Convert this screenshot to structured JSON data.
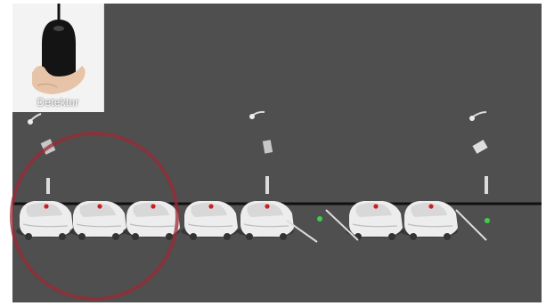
{
  "inset": {
    "caption": "Detektor"
  },
  "scene": {
    "background_color": "#4f4f4f",
    "road_line_color": "#111111",
    "highlight_ring_color": "#9a2a36",
    "free_spot_marker_color": "#3ecf4a",
    "car_roof_light_color": "#c92020",
    "car_count": 7,
    "free_spot_count": 2,
    "sensor_count": 3
  }
}
